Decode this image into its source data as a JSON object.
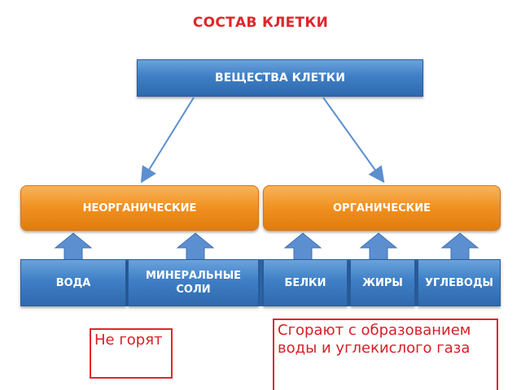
{
  "title": "СОСТАВ КЛЕТКИ",
  "root": "ВЕЩЕСТВА КЛЕТКИ",
  "categories": {
    "inorganic": "НЕОРГАНИЧЕСКИЕ",
    "organic": "ОРГАНИЧЕСКИЕ"
  },
  "substances": {
    "water": "ВОДА",
    "salts": "МИНЕРАЛЬНЫЕ СОЛИ",
    "proteins": "БЕЛКИ",
    "fats": "ЖИРЫ",
    "carbs": "УГЛЕВОДЫ"
  },
  "notes": {
    "inorganic": "Не горят",
    "organic": "Сгорают с образованием воды и углекислого газа"
  },
  "colors": {
    "title": "#e0262b",
    "blue": "#3f7fc6",
    "orange": "#f0901f",
    "note_border": "#e0262b"
  }
}
